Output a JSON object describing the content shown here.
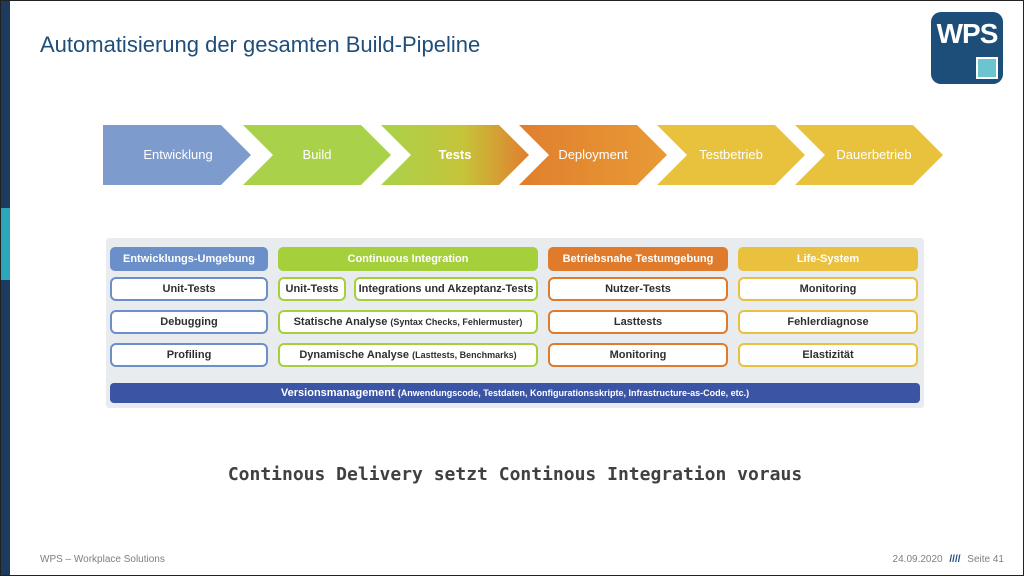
{
  "slide": {
    "title": "Automatisierung der gesamten Build-Pipeline",
    "tagline": "Continous Delivery setzt Continous Integration voraus"
  },
  "logo": {
    "text": "WPS",
    "color": "#1d4e79",
    "accent": "#6cc4cf"
  },
  "pipeline": {
    "stages": [
      {
        "label": "Entwicklung",
        "color": "#7d9bcc"
      },
      {
        "label": "Build",
        "color": "#a9d24a"
      },
      {
        "label": "Tests",
        "color": "#b8cf40"
      },
      {
        "label": "Deployment",
        "color": "#e07f2e"
      },
      {
        "label": "Testbetrieb",
        "color": "#e8c23c"
      },
      {
        "label": "Dauerbetrieb",
        "color": "#e8c23c"
      }
    ]
  },
  "diagram": {
    "columns": [
      {
        "header": "Entwicklungs-Umgebung",
        "color": "#6a8fc9",
        "items": [
          "Unit-Tests",
          "Debugging",
          "Profiling"
        ]
      },
      {
        "header": "Continuous Integration",
        "color": "#a6cf3c",
        "items": [
          "Unit-Tests",
          "Integrations und Akzeptanz-Tests",
          "Statische Analyse",
          "Dynamische Analyse"
        ],
        "details": [
          "(Syntax Checks, Fehlermuster)",
          "(Lasttests, Benchmarks)"
        ]
      },
      {
        "header": "Betriebsnahe Testumgebung",
        "color": "#e07b2c",
        "items": [
          "Nutzer-Tests",
          "Lasttests",
          "Monitoring"
        ]
      },
      {
        "header": "Life-System",
        "color": "#eac13e",
        "items": [
          "Monitoring",
          "Fehlerdiagnose",
          "Elastizität"
        ]
      }
    ],
    "versioning": {
      "label": "Versionsmanagement",
      "detail": "(Anwendungscode, Testdaten, Konfigurationsskripte, Infrastructure-as-Code, etc.)",
      "color": "#3b54a4"
    }
  },
  "footer": {
    "left": "WPS – Workplace Solutions",
    "date": "24.09.2020",
    "separator": "////",
    "page": "Seite 41"
  }
}
